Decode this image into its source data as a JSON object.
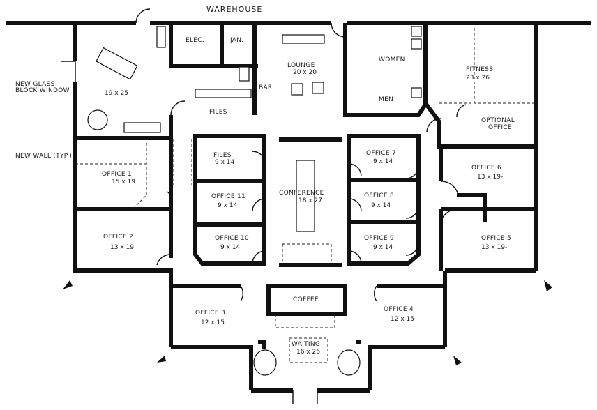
{
  "building": "WAREHOUSE",
  "notes": {
    "glass_block": [
      "NEW GLASS",
      "BLOCK WINDOW"
    ],
    "new_wall": "NEW WALL (TYP.)"
  },
  "rooms": {
    "main_office": {
      "name": "",
      "dim": "19 x 25"
    },
    "elec": {
      "name": "ELEC."
    },
    "jan": {
      "name": "JAN."
    },
    "lounge": {
      "name": "LOUNGE",
      "dim": "20 x 20"
    },
    "women": {
      "name": "WOMEN"
    },
    "men": {
      "name": "MEN"
    },
    "fitness": {
      "name": "FITNESS",
      "dim": "23 x 26"
    },
    "optional": {
      "name": [
        "OPTIONAL",
        "OFFICE"
      ]
    },
    "bar": {
      "name": "BAR"
    },
    "files_top": {
      "name": "FILES"
    },
    "files_mid": {
      "name": "FILES",
      "dim": "9 x 14"
    },
    "office1": {
      "name": "OFFICE 1",
      "dim": "15 x 19"
    },
    "office2": {
      "name": "OFFICE 2",
      "dim": "13 x 19"
    },
    "office3": {
      "name": "OFFICE 3",
      "dim": "12 x 15"
    },
    "office4": {
      "name": "OFFICE 4",
      "dim": "12 x 15"
    },
    "office5": {
      "name": "OFFICE 5",
      "dim": "13 x 19-"
    },
    "office6": {
      "name": "OFFICE 6",
      "dim": "13 x 19-"
    },
    "office7": {
      "name": "OFFICE 7",
      "dim": "9 x 14"
    },
    "office8": {
      "name": "OFFICE 8",
      "dim": "9 x 14"
    },
    "office9": {
      "name": "OFFICE 9",
      "dim": "9 x 14"
    },
    "office10": {
      "name": "OFFICE 10",
      "dim": "9 x 14"
    },
    "office11": {
      "name": "OFFICE 11",
      "dim": "9 x 14"
    },
    "conference": {
      "name": "CONFERENCE",
      "dim": "18 x 27"
    },
    "coffee": {
      "name": "COFFEE"
    },
    "waiting": {
      "name": "WAITING",
      "dim": "16 x 26"
    }
  }
}
